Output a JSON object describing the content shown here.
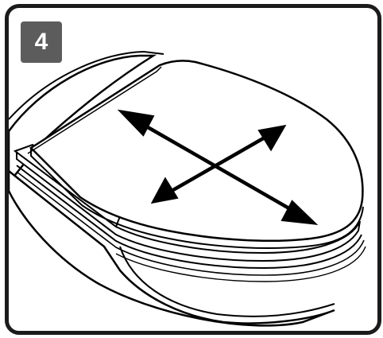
{
  "step": {
    "number": "4"
  },
  "illustration": {
    "subject": "toilet-seat-lid-closed",
    "motion": "move-in-all-directions-arrows",
    "stroke_color": "#000000",
    "fill_color": "#ffffff",
    "badge_color": "#5c5c5c"
  }
}
